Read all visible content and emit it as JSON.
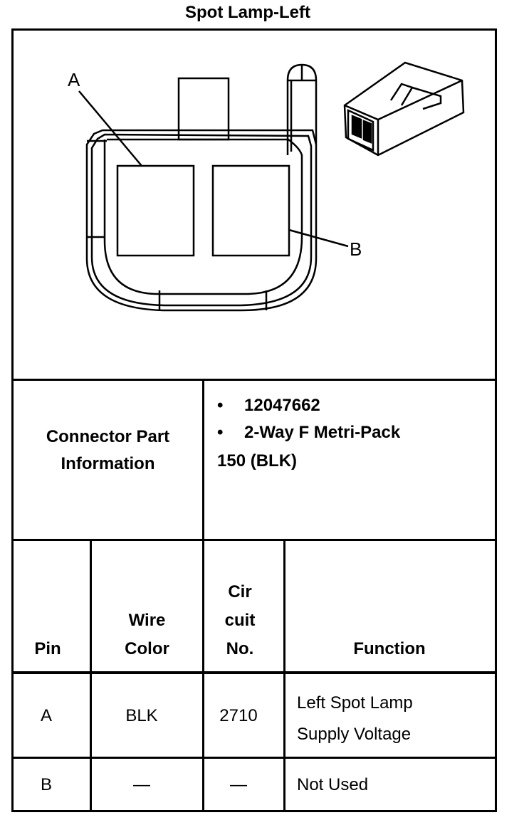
{
  "title": "Spot Lamp-Left",
  "diagram": {
    "label_a": "A",
    "label_b": "B"
  },
  "connector_info": {
    "label_line1": "Connector Part",
    "label_line2": "Information",
    "bullet": "•",
    "part_number": "12047662",
    "description_line1": "2-Way F Metri-Pack",
    "description_line2": "150 (BLK)"
  },
  "table": {
    "headers": {
      "pin": "Pin",
      "wire_line1": "Wire",
      "wire_line2": "Color",
      "circuit_line1": "Cir",
      "circuit_line2": "cuit",
      "circuit_line3": "No.",
      "function": "Function"
    },
    "rows": [
      {
        "pin": "A",
        "wire": "BLK",
        "circuit": "2710",
        "function_line1": "Left Spot Lamp",
        "function_line2": "Supply Voltage"
      },
      {
        "pin": "B",
        "wire": "—",
        "circuit": "—",
        "function_line1": "Not Used",
        "function_line2": ""
      }
    ]
  }
}
